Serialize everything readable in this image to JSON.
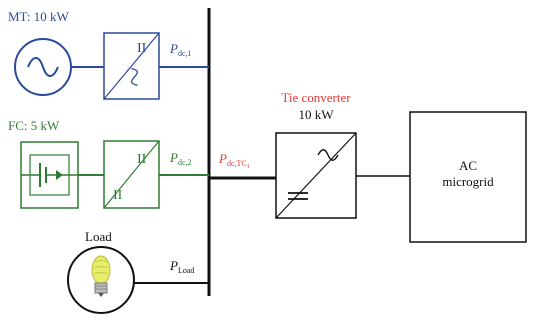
{
  "sources": {
    "mt": {
      "label": "MT: 10 kW",
      "power": "P",
      "power_sub": "dc,1",
      "color": "#2a4b9b"
    },
    "fc": {
      "label": "FC: 5 kW",
      "power": "P",
      "power_sub": "dc,2",
      "color": "#2e7d32"
    },
    "load": {
      "label": "Load",
      "power": "P",
      "power_sub": "Load",
      "color": "#111111"
    }
  },
  "tie": {
    "title_line1": "Tie converter",
    "title_line2": "10 kW",
    "power": "P",
    "power_sub": "dc,TC",
    "power_sub_index": "1",
    "color": "#e53935"
  },
  "grid": {
    "line1": "AC",
    "line2": "microgrid"
  },
  "icons": [
    "ac-source-icon",
    "fuel-cell-icon",
    "lightbulb-icon",
    "ac-dc-converter-icon",
    "dc-dc-converter-icon",
    "dc-ac-converter-icon"
  ]
}
